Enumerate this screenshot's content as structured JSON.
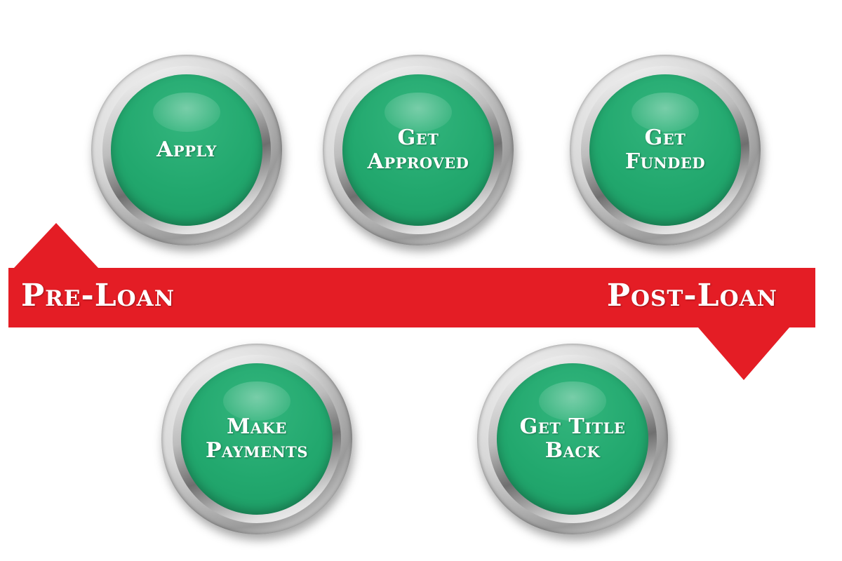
{
  "band": {
    "left_label": "Pre-Loan",
    "right_label": "Post-Loan",
    "color": "#e41d25"
  },
  "steps": [
    {
      "id": "apply",
      "lines": [
        "Apply"
      ]
    },
    {
      "id": "approved",
      "lines": [
        "Get",
        "Approved"
      ]
    },
    {
      "id": "funded",
      "lines": [
        "Get",
        "Funded"
      ]
    },
    {
      "id": "payments",
      "lines": [
        "Make",
        "Payments"
      ]
    },
    {
      "id": "title-back",
      "lines": [
        "Get Title",
        "Back"
      ]
    }
  ],
  "colors": {
    "button_face": "#22a86e",
    "band": "#e41d25",
    "text": "#ffffff"
  }
}
